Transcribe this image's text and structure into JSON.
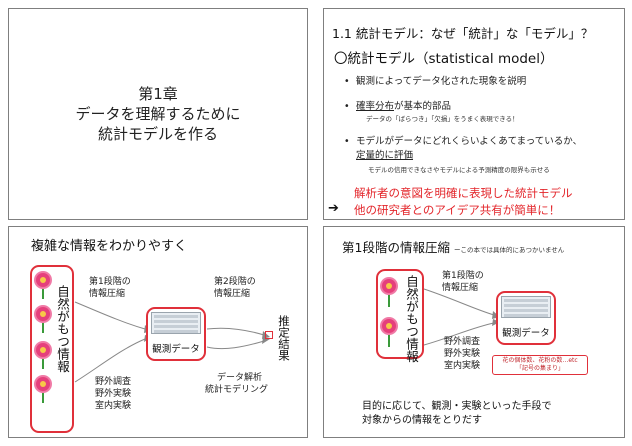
{
  "slide1": {
    "line1": "第1章",
    "line2": "データを理解するために",
    "line3": "統計モデルを作る"
  },
  "slide2": {
    "heading": "1.1  統計モデル：なぜ「統計」な「モデル」？",
    "sub": "〇統計モデル（statistical model）",
    "b1": "観測によってデータ化された現象を説明",
    "b2_u": "確率分布",
    "b2_rest": "が基本的部品",
    "b2_note": "データの「ばらつき」「欠損」をうまく表現できる！",
    "b3_line1": "モデルがデータにどれくらいよくあてまっているか、",
    "b3_line2": "定量的に評価",
    "b3_note": "モデルの信用できなさやモデルによる予測精度の限界も示せる",
    "red1": "解析者の意図を明確に表現した統計モデル",
    "red2": "他の研究者とのアイデア共有が簡単に！",
    "arrow": "➔"
  },
  "slide3": {
    "title": "複雑な情報をわかりやすく",
    "vertical": "自然がもつ情報",
    "stage1_l1": "第1段階の",
    "stage1_l2": "情報圧縮",
    "stage2_l1": "第2段階の",
    "stage2_l2": "情報圧縮",
    "data": "観測データ",
    "result": "推定結果",
    "methods_l1": "野外調査",
    "methods_l2": "野外実験",
    "methods_l3": "室内実験",
    "analysis_l1": "データ解析",
    "analysis_l2": "統計モデリング"
  },
  "slide4": {
    "title": "第1段階の情報圧縮",
    "title_note": "ーこの本では具体的にあつかいません",
    "vertical": "自然がもつ情報",
    "stage1_l1": "第1段階の",
    "stage1_l2": "情報圧縮",
    "data": "観測データ",
    "methods_l1": "野外調査",
    "methods_l2": "野外実験",
    "methods_l3": "室内実験",
    "note_l1": "花の個体数、花粉の数…etc",
    "note_l2": "「記号の集まり」",
    "bottom_l1": "目的に応じて、観測・実験といった手段で",
    "bottom_l2": "対象からの情報をとりだす"
  },
  "colors": {
    "accent_red": "#e3262b",
    "frame_red": "#e0303a",
    "border_gray": "#7f7f7f"
  }
}
